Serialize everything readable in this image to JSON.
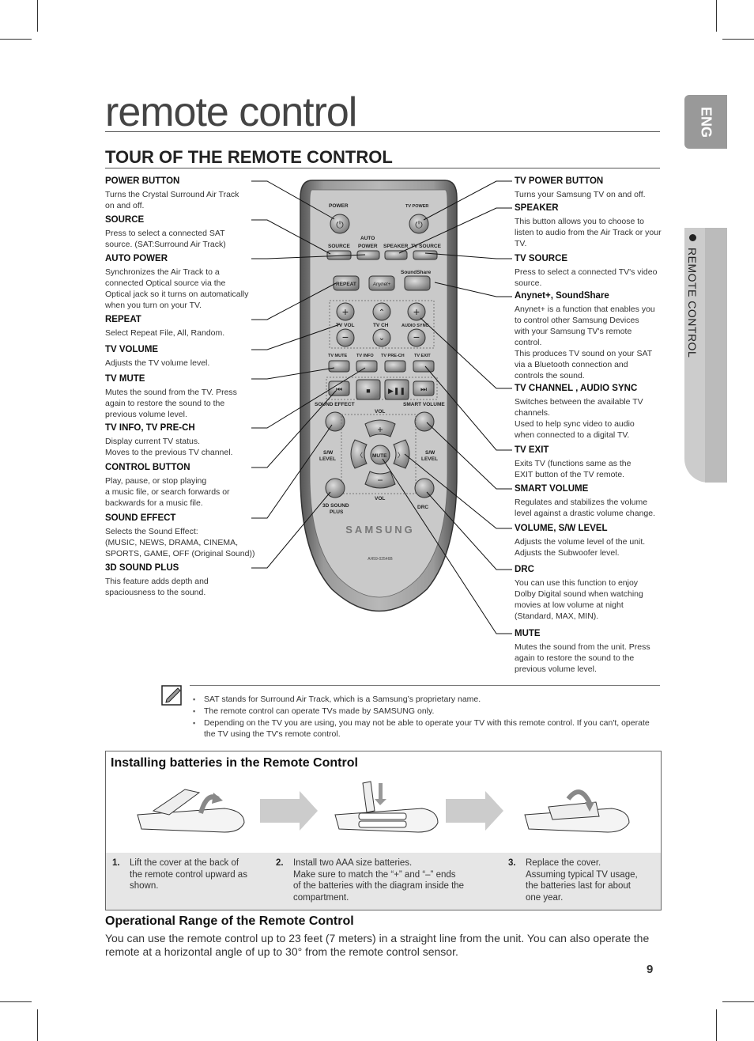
{
  "page_title": "remote control",
  "section_title": "TOUR OF THE REMOTE CONTROL",
  "lang_tab": "ENG",
  "side_tab": "REMOTE CONTROL",
  "left_items": [
    {
      "title": "POWER BUTTON",
      "body": "Turns the Crystal Surround Air Track\non and off."
    },
    {
      "title": "SOURCE",
      "body": "Press to select a connected SAT\nsource. (SAT:Surround Air Track)"
    },
    {
      "title": "AUTO POWER",
      "body": "Synchronizes the Air Track to a\nconnected Optical source via the\nOptical jack so it turns on automatically\nwhen you turn on your TV."
    },
    {
      "title": "REPEAT",
      "body": "Select Repeat File, All, Random."
    },
    {
      "title": "TV VOLUME",
      "body": "Adjusts the TV volume level."
    },
    {
      "title": "TV MUTE",
      "body": "Mutes the sound from the TV. Press\nagain to restore the sound to the\nprevious volume level."
    },
    {
      "title": "TV INFO, TV PRE-CH",
      "body": "Display current TV status.\nMoves to the previous TV channel."
    },
    {
      "title": "CONTROL BUTTON",
      "body": "Play, pause, or stop playing\na music file, or search forwards or\nbackwards for a music file."
    },
    {
      "title": "SOUND EFFECT",
      "body": "Selects the Sound Effect:\n(MUSIC, NEWS, DRAMA, CINEMA,\nSPORTS, GAME, OFF (Original Sound))"
    },
    {
      "title": "3D SOUND PLUS",
      "body": "This feature adds depth and\nspaciousness to the sound."
    }
  ],
  "right_items": [
    {
      "title": "TV POWER BUTTON",
      "body": "Turns your Samsung TV on and off."
    },
    {
      "title": "SPEAKER",
      "body": "This button allows you to choose to\nlisten to audio from the Air Track or your\nTV."
    },
    {
      "title": "TV SOURCE",
      "body": "Press to select a connected TV's video\nsource."
    },
    {
      "title": "Anynet+, SoundShare",
      "body": "Anynet+ is a function that enables you\nto control other Samsung Devices\nwith your Samsung TV's remote\ncontrol.\nThis produces TV sound on your SAT\nvia a Bluetooth connection and\ncontrols the sound."
    },
    {
      "title": "TV CHANNEL , AUDIO SYNC",
      "body": "Switches between the available TV\nchannels.\nUsed to help sync video to audio\nwhen connected to a digital TV."
    },
    {
      "title": "TV EXIT",
      "body": "Exits TV (functions same as the\nEXIT button of the TV remote."
    },
    {
      "title": "SMART VOLUME",
      "body": "Regulates and stabilizes the volume\nlevel against a drastic volume change."
    },
    {
      "title": "VOLUME, S/W LEVEL",
      "body": "Adjusts the volume level of the unit.\nAdjusts the Subwoofer level."
    },
    {
      "title": "DRC",
      "body": "You can use this function to enjoy\nDolby Digital sound when watching\nmovies at low volume at night\n(Standard, MAX, MIN)."
    },
    {
      "title": "MUTE",
      "body": "Mutes the sound from the unit. Press\nagain to restore the sound to the\nprevious volume level."
    }
  ],
  "remote_labels": {
    "power": "POWER",
    "tv_power": "TV POWER",
    "source": "SOURCE",
    "auto_power": "AUTO\nPOWER",
    "speaker": "SPEAKER",
    "tv_source": "TV SOURCE",
    "repeat": "REPEAT",
    "soundshare": "SoundShare",
    "anynet": "Anynet+",
    "tv_vol": "TV VOL",
    "tv_ch": "TV CH",
    "audio_sync": "AUDIO SYNC",
    "tv_mute": "TV MUTE",
    "tv_info": "TV INFO",
    "tv_prech": "TV PRE-CH",
    "tv_exit": "TV EXIT",
    "sound_effect": "SOUND EFFECT",
    "smart_volume": "SMART VOLUME",
    "vol": "VOL",
    "sw_level": "S/W\nLEVEL",
    "mute": "MUTE",
    "sound_plus": "3D SOUND\nPLUS",
    "drc": "DRC",
    "brand": "SAMSUNG",
    "model": "AH59-02546B"
  },
  "notes": [
    "SAT stands for Surround Air Track, which is a Samsung’s proprietary name.",
    "The remote control can operate TVs made by SAMSUNG only.",
    "Depending on the TV you are using, you may not be able to operate your TV with this remote control. If you can't, operate the TV using the TV's remote control."
  ],
  "batteries": {
    "title": "Installing batteries in the Remote Control",
    "steps": [
      {
        "num": "1.",
        "text": "Lift the cover at the back of\nthe remote control upward as\nshown."
      },
      {
        "num": "2.",
        "text": "Install two AAA size batteries.\nMake sure to match the “+” and “–” ends\nof the batteries with the diagram inside the\ncompartment."
      },
      {
        "num": "3.",
        "text": "Replace the cover.\nAssuming typical TV usage,\nthe batteries last for about\none year."
      }
    ]
  },
  "operational": {
    "title": "Operational Range of the Remote Control",
    "text": "You can use the remote control up to 23 feet (7 meters) in a straight line from the unit. You can also operate the remote at a horizontal angle of up to 30° from the remote control sensor."
  },
  "page_number": "9",
  "colors": {
    "tab_dark": "#999999",
    "tab_light": "#cccccc",
    "remote_body": "#8a8a8a"
  }
}
